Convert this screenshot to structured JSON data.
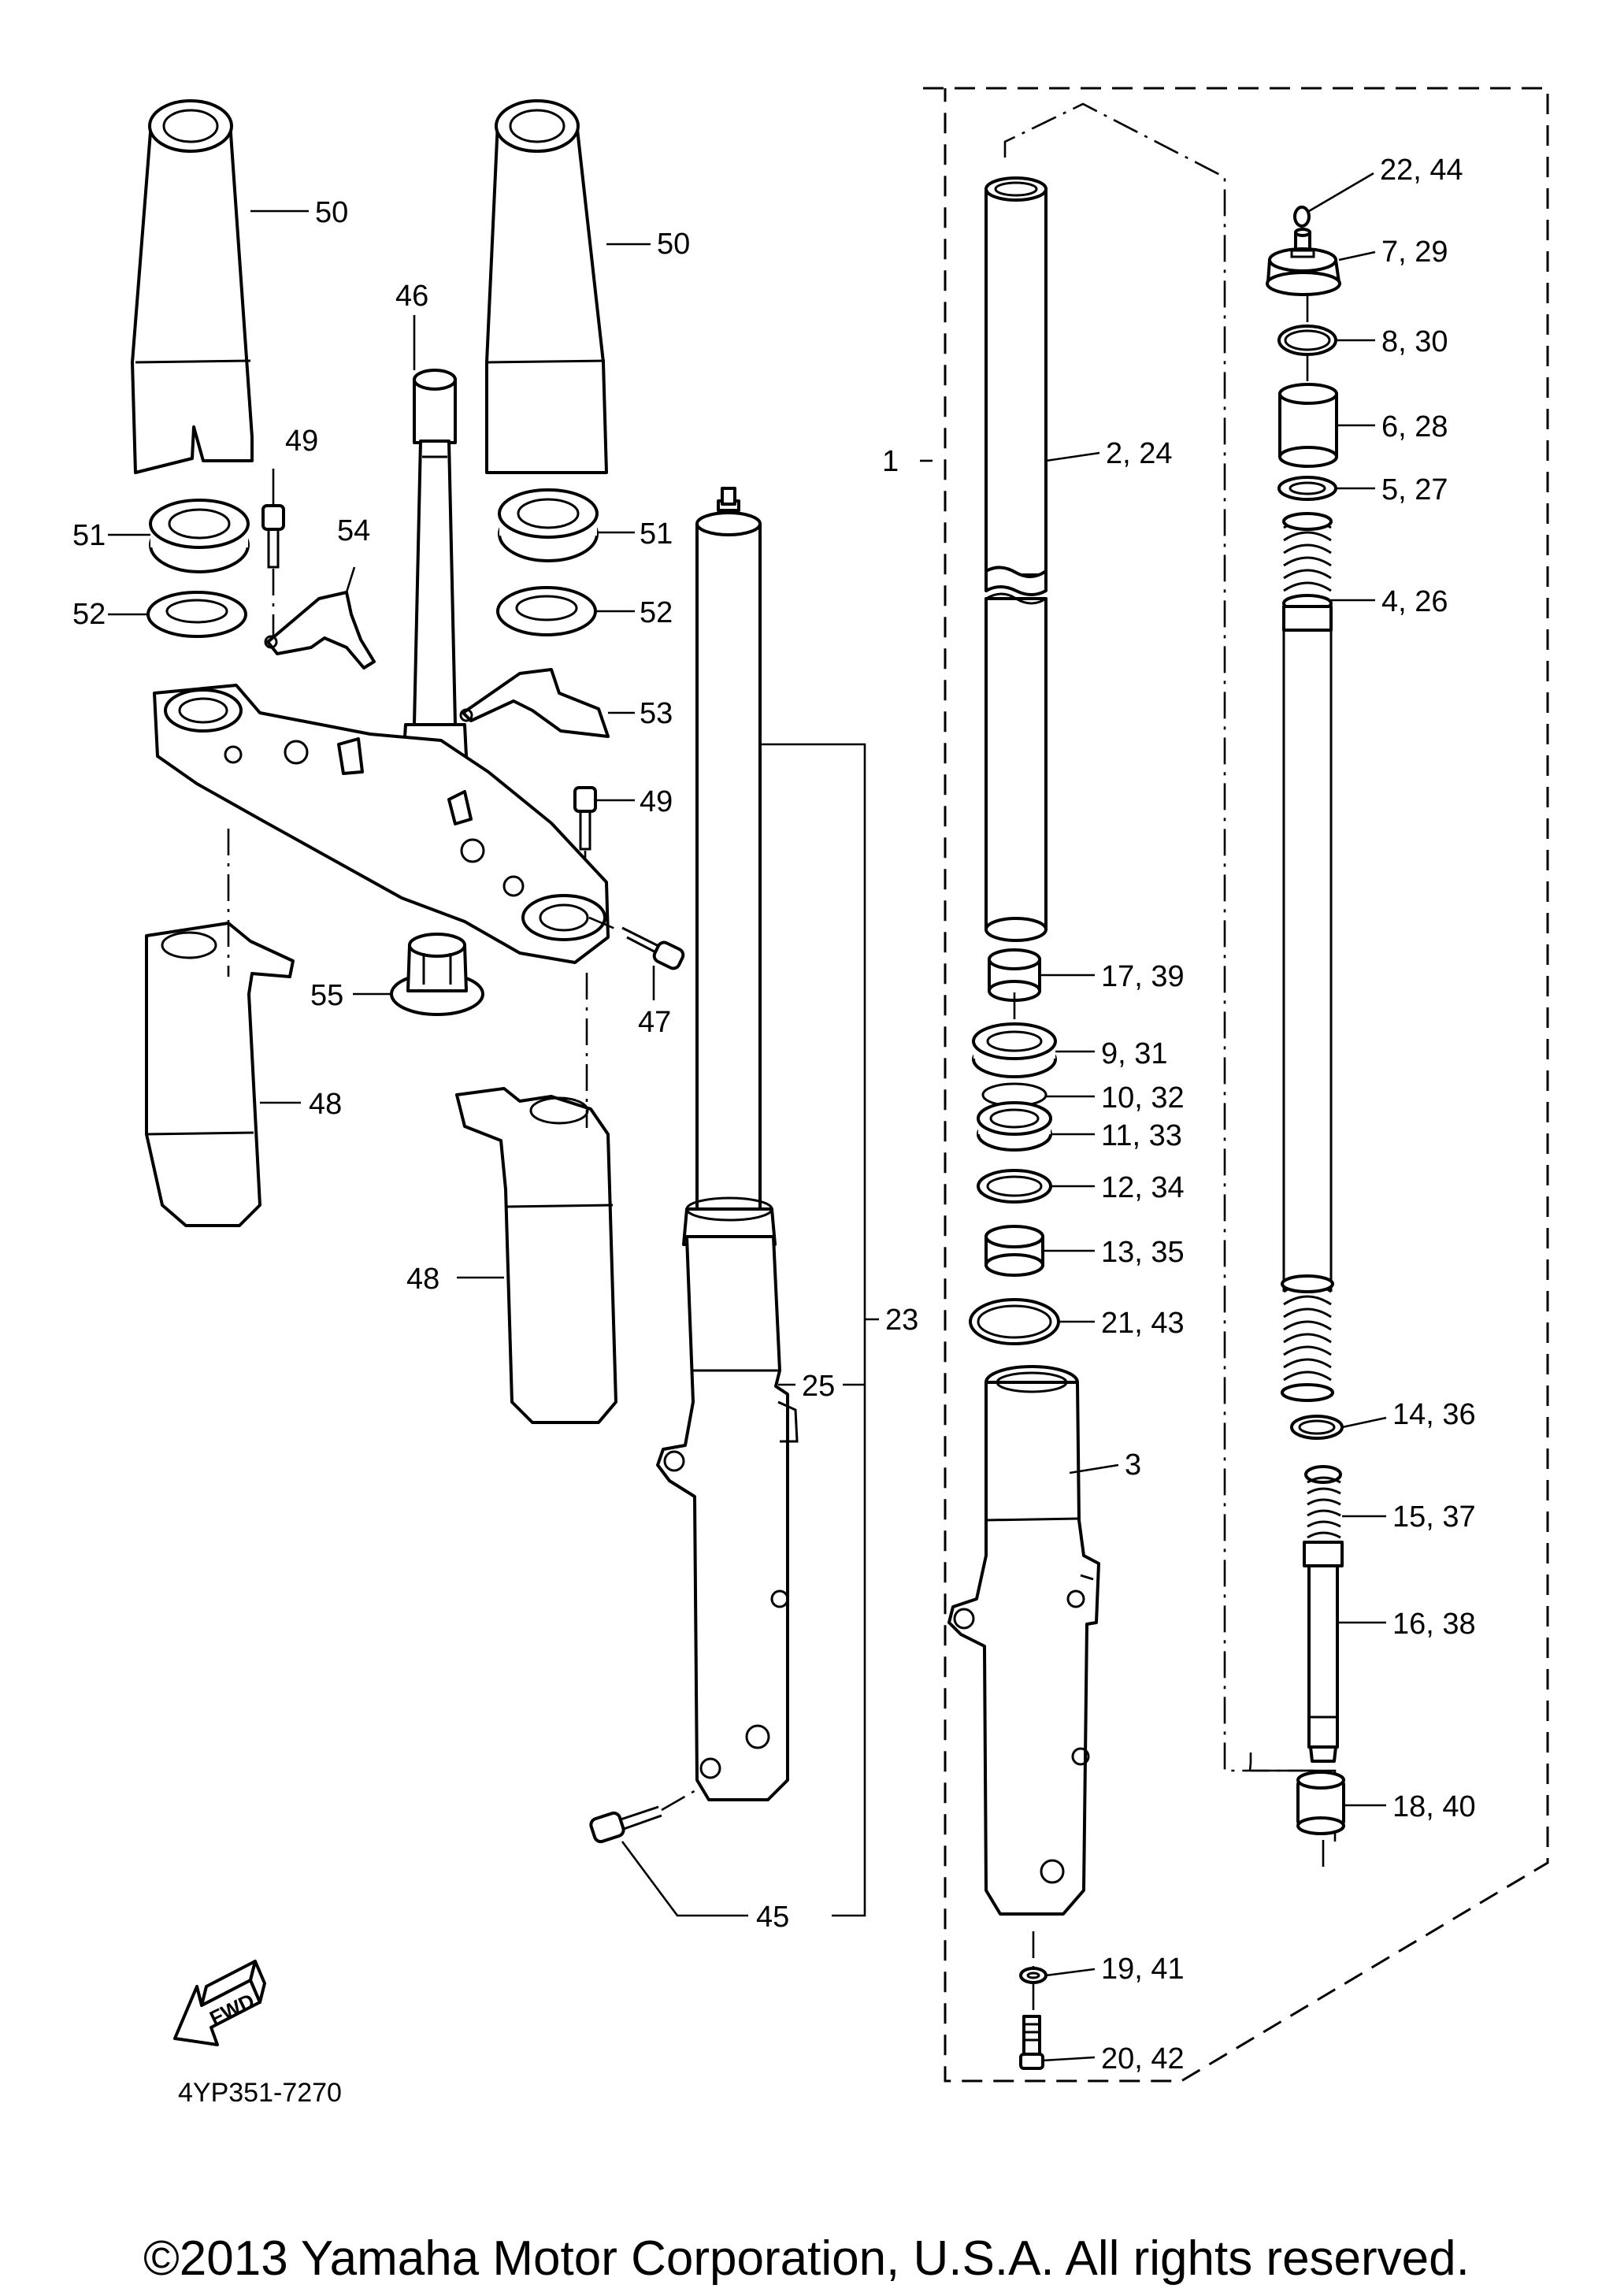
{
  "diagram": {
    "callouts": {
      "p1": "1",
      "p2_24": "2, 24",
      "p3": "3",
      "p4_26": "4, 26",
      "p5_27": "5, 27",
      "p6_28": "6, 28",
      "p7_29": "7, 29",
      "p8_30": "8, 30",
      "p9_31": "9, 31",
      "p10_32": "10, 32",
      "p11_33": "11, 33",
      "p12_34": "12, 34",
      "p13_35": "13, 35",
      "p14_36": "14, 36",
      "p15_37": "15, 37",
      "p16_38": "16, 38",
      "p17_39": "17, 39",
      "p18_40": "18, 40",
      "p19_41": "19, 41",
      "p20_42": "20, 42",
      "p21_43": "21, 43",
      "p22_44": "22, 44",
      "p23": "23",
      "p25": "25",
      "p45": "45",
      "p46": "46",
      "p47": "47",
      "p48_left": "48",
      "p48_right": "48",
      "p49_left": "49",
      "p49_right": "49",
      "p50_left": "50",
      "p50_right": "50",
      "p51_left": "51",
      "p51_right": "51",
      "p52_left": "52",
      "p52_right": "52",
      "p53": "53",
      "p54": "54",
      "p55": "55"
    },
    "fwd_label": "FWD",
    "figure_code": "4YP351-7270"
  },
  "footer": {
    "copyright": "©2013 Yamaha Motor Corporation, U.S.A. All rights reserved."
  }
}
